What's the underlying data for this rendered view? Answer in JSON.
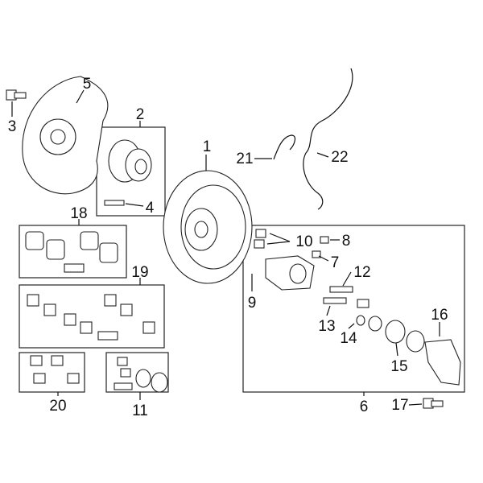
{
  "title": "Rear brake assembly parts diagram",
  "callouts": [
    {
      "id": "1",
      "text": "1"
    },
    {
      "id": "2",
      "text": "2"
    },
    {
      "id": "3",
      "text": "3"
    },
    {
      "id": "4",
      "text": "4"
    },
    {
      "id": "5",
      "text": "5"
    },
    {
      "id": "6",
      "text": "6"
    },
    {
      "id": "7",
      "text": "7"
    },
    {
      "id": "8",
      "text": "8"
    },
    {
      "id": "9",
      "text": "9"
    },
    {
      "id": "10",
      "text": "10"
    },
    {
      "id": "11",
      "text": "11"
    },
    {
      "id": "12",
      "text": "12"
    },
    {
      "id": "13",
      "text": "13"
    },
    {
      "id": "14",
      "text": "14"
    },
    {
      "id": "15",
      "text": "15"
    },
    {
      "id": "16",
      "text": "16"
    },
    {
      "id": "17",
      "text": "17"
    },
    {
      "id": "18",
      "text": "18"
    },
    {
      "id": "19",
      "text": "19"
    },
    {
      "id": "20",
      "text": "20"
    },
    {
      "id": "21",
      "text": "21"
    },
    {
      "id": "22",
      "text": "22"
    }
  ]
}
